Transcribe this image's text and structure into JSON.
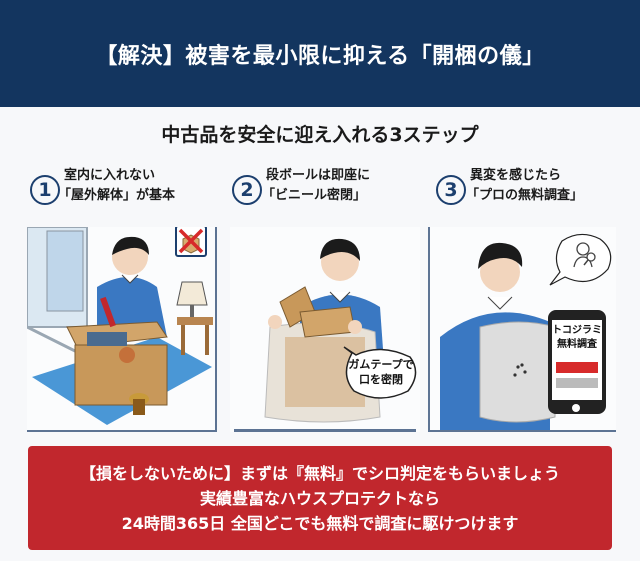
{
  "header": {
    "title": "【解決】被害を最小限に抑える「開梱の儀」",
    "bg_color": "#13355f"
  },
  "subtitle": "中古品を安全に迎え入れる3ステップ",
  "steps": [
    {
      "number": "1",
      "line1": "室内に入れない",
      "line2": "「屋外解体」が基本",
      "illustration": "man-unpacking-box-on-tarp",
      "icon": "no-box-indoors-icon"
    },
    {
      "number": "2",
      "line1": "段ボールは即座に",
      "line2": "「ビニール密閉」",
      "illustration": "man-bagging-cardboard",
      "bubble_line1": "ガムテープで",
      "bubble_line2": "口を密閉"
    },
    {
      "number": "3",
      "line1": "異変を感じたら",
      "line2": "「プロの無料調査」",
      "illustration": "man-holding-bag-with-phone",
      "phone_line1": "トコジラミ",
      "phone_line2": "無料調査",
      "bubble_icon": "inspector-magnifier-icon"
    }
  ],
  "banner": {
    "line1": "【損をしないために】まずは『無料』でシロ判定をもらいましょう",
    "line2": "実績豊富なハウスプロテクトなら",
    "line3": "24時間365日 全国どこでも無料で調査に駆けつけます",
    "bg_color": "#c1272d"
  }
}
